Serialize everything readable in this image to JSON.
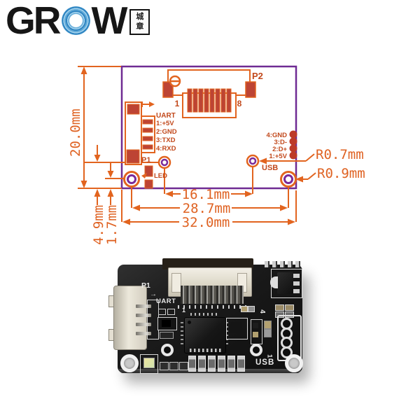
{
  "brand": {
    "name_prefix": "GR",
    "name_suffix": "W",
    "full_name": "GROW",
    "seal_top": "城",
    "seal_bottom": "章"
  },
  "diagram": {
    "dims": {
      "board_height": "20.0mm",
      "board_width": "32.0mm",
      "small_hole_spacing": "16.1mm",
      "corner_hole_spacing": "28.7mm",
      "small_hole_offset": "4.9mm",
      "corner_hole_offset": "1.7mm",
      "small_hole_radius": "R0.7mm",
      "corner_hole_radius": "R0.9mm"
    },
    "p2": {
      "label": "P2",
      "first_pin": "1",
      "last_pin": "8"
    },
    "p1": {
      "label": "P1",
      "header": "UART",
      "pins": [
        "1:+5V",
        "2:GND",
        "3:TXD",
        "4:RXD"
      ],
      "led": "LED"
    },
    "usb": {
      "label": "USB",
      "pins": [
        "4:GND",
        "3:D-",
        "2:D+",
        "1:+5V"
      ]
    },
    "colors": {
      "outline": "#6f2b93",
      "accent": "#e2641f",
      "pad": "#bd4434",
      "dot": "#bd3a28"
    }
  },
  "photo": {
    "p1": "P1",
    "uart": "UART",
    "ffc_pin1": "1",
    "usb_pin4": "4",
    "usb_pin1": "1",
    "usb": "USB",
    "pin1_arrow": "→"
  }
}
